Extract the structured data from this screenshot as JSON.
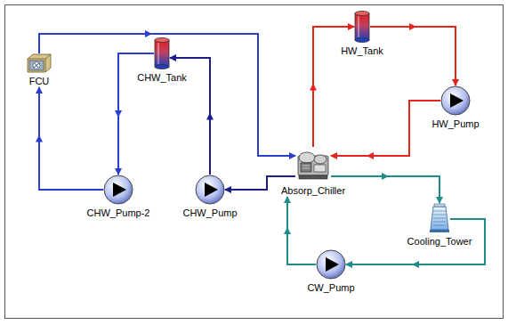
{
  "diagram": {
    "nodes": [
      {
        "text": [
          "FCU"
        ]
      },
      {
        "text": [
          "CHW_Tank"
        ]
      },
      {
        "text": [
          "HW_Tank"
        ]
      },
      {
        "text": [
          "HW_Pump"
        ]
      },
      {
        "text": [
          "Absorp_Chiller"
        ]
      },
      {
        "text": [
          "CHW_Pump-2"
        ]
      },
      {
        "text": [
          "CHW_Pump"
        ]
      },
      {
        "text": [
          "Cooling_Tower"
        ]
      },
      {
        "text": [
          "CW_Pump"
        ]
      }
    ],
    "edges": [
      {
        "from": 0,
        "to": 4,
        "arrow": "to"
      },
      {
        "from": 1,
        "to": 5,
        "arrow": "to"
      },
      {
        "from": 5,
        "to": 0,
        "arrow": "to"
      },
      {
        "from": 4,
        "to": 6,
        "arrow": "to"
      },
      {
        "from": 6,
        "to": 1,
        "arrow": "to"
      },
      {
        "from": 3,
        "to": 4,
        "arrow": "to"
      },
      {
        "from": 4,
        "to": 2,
        "arrow": "to"
      },
      {
        "from": 2,
        "to": 3,
        "arrow": "to"
      },
      {
        "from": 4,
        "to": 7,
        "arrow": "to"
      },
      {
        "from": 7,
        "to": 8,
        "arrow": "to"
      },
      {
        "from": 8,
        "to": 4,
        "arrow": "to"
      }
    ]
  }
}
